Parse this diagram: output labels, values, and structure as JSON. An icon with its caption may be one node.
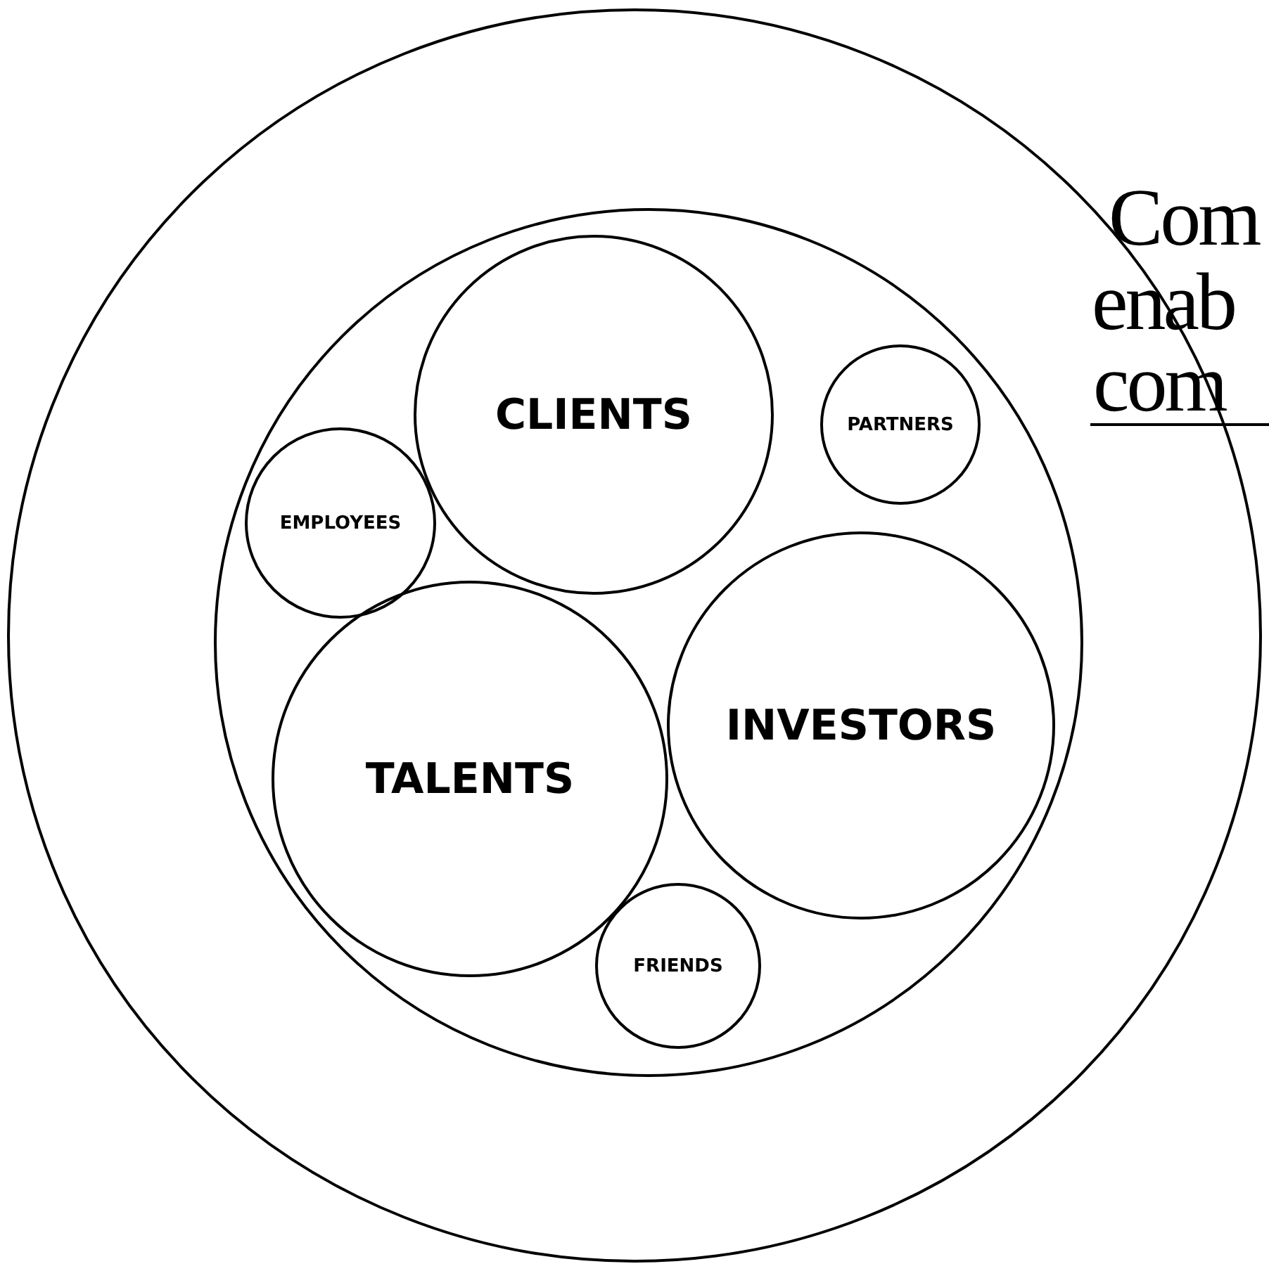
{
  "diagram": {
    "nodes": [
      {
        "text": [],
        "shape": "circle"
      },
      {
        "text": [],
        "shape": "circle",
        "in": 0
      },
      {
        "text": [
          "CLIENTS"
        ],
        "in": 1
      },
      {
        "text": [
          "PARTNERS"
        ],
        "in": 1
      },
      {
        "text": [
          "EMPLOYEES"
        ],
        "in": 1
      },
      {
        "text": [
          "INVESTORS"
        ],
        "in": 1
      },
      {
        "text": [
          "TALENTS"
        ],
        "in": 1
      },
      {
        "text": [
          "FRIENDS"
        ],
        "in": 1
      }
    ],
    "edges": [],
    "labels": [
      "Com",
      "enab",
      "com"
    ]
  }
}
